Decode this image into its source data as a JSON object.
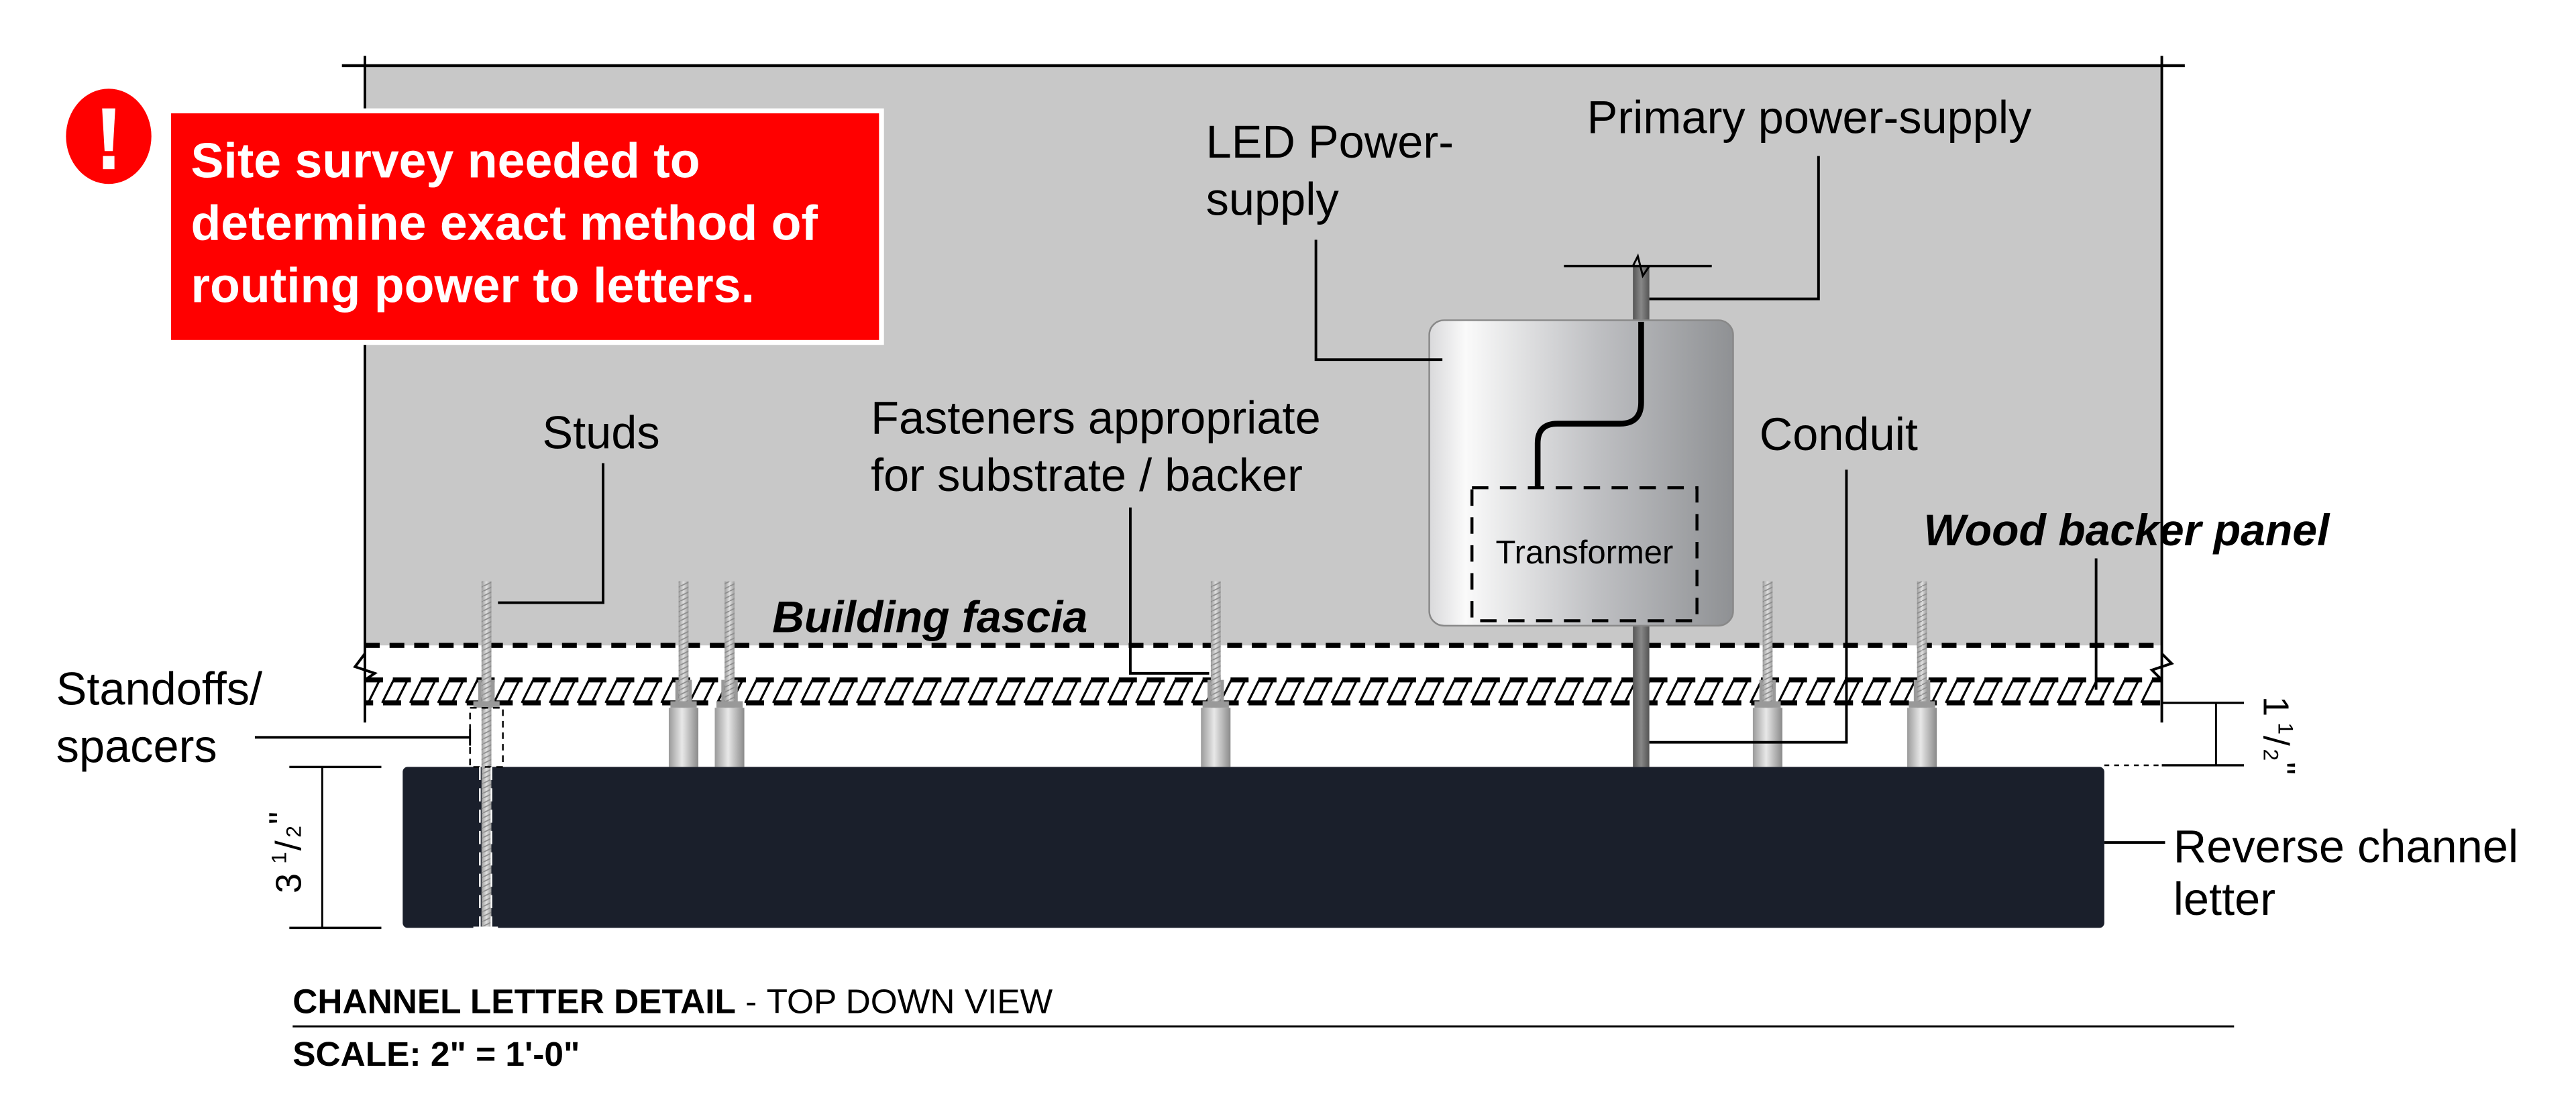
{
  "title": {
    "main_bold": "CHANNEL LETTER DETAIL",
    "separator": " - ",
    "main_view": "TOP DOWN VIEW",
    "scale": "SCALE: 2\" = 1'-0\""
  },
  "warning": {
    "icon": "exclamation-icon",
    "lines": [
      "Site survey needed to",
      "determine exact method of",
      "routing power to letters."
    ],
    "color": "#ff0000"
  },
  "labels": {
    "led_power_supply": [
      "LED Power-",
      "supply"
    ],
    "primary_power_supply": "Primary power-supply",
    "studs": "Studs",
    "fasteners": [
      "Fasteners appropriate",
      "for substrate / backer"
    ],
    "conduit": "Conduit",
    "transformer": "Transformer",
    "wood_backer_panel": "Wood backer panel",
    "building_fascia": "Building fascia",
    "standoffs": [
      "Standoffs/",
      "spacers"
    ],
    "reverse_channel_letter": [
      "Reverse channel",
      "letter"
    ]
  },
  "dimensions": {
    "letter_depth": {
      "whole": "3",
      "num": "1",
      "den": "2",
      "unit": "\""
    },
    "standoff_gap": {
      "whole": "1",
      "num": "1",
      "den": "2",
      "unit": "\""
    }
  },
  "colors": {
    "fascia_fill": "#c8c8c8",
    "letter_fill": "#1a1f2b",
    "warning_red": "#ff0000"
  }
}
